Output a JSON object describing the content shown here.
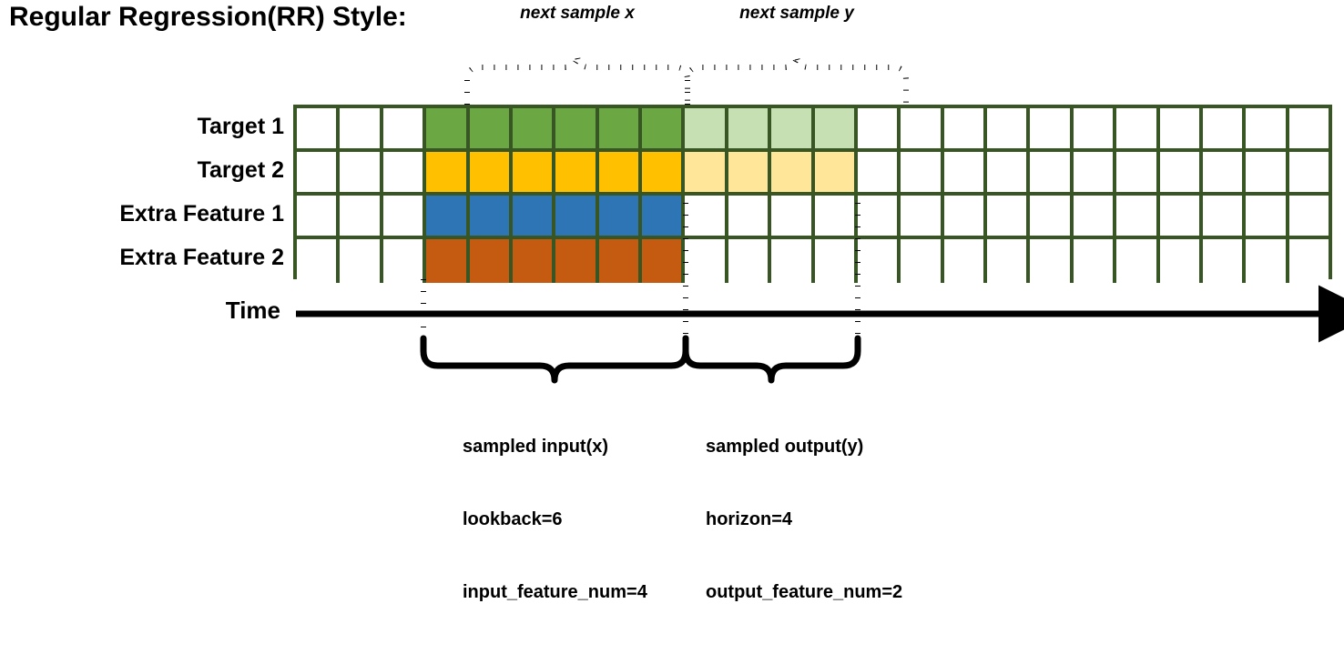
{
  "title": "Regular Regression(RR) Style:",
  "top_annotations": [
    {
      "id": "next-sample-x",
      "label": "next sample x",
      "span_start_col": 4,
      "span_end_col": 9
    },
    {
      "id": "next-sample-y",
      "label": "next sample y",
      "span_start_col": 10,
      "span_end_col": 13
    }
  ],
  "axis": {
    "label": "Time",
    "direction": "right"
  },
  "rows": [
    {
      "name": "Target 1",
      "label": "Target 1",
      "fill": "#6BA844",
      "fill_light": "#C6E0B4",
      "solid_cols": 6,
      "light_cols": 4
    },
    {
      "name": "Target 2",
      "label": "Target 2",
      "fill": "#FFC000",
      "fill_light": "#FFE699",
      "solid_cols": 6,
      "light_cols": 4
    },
    {
      "name": "Extra Feature 1",
      "label": "Extra Feature 1",
      "fill": "#2E75B6",
      "fill_light": null,
      "solid_cols": 6,
      "light_cols": 0
    },
    {
      "name": "Extra Feature 2",
      "label": "Extra Feature 2",
      "fill": "#C55A11",
      "fill_light": null,
      "solid_cols": 6,
      "light_cols": 0
    }
  ],
  "grid": {
    "total_columns": 24,
    "lead_blank_columns": 3,
    "grid_border_color": "#375623"
  },
  "bottom_annotations": [
    {
      "id": "sampled-input",
      "lines": [
        "sampled input(x)",
        "lookback=6",
        "input_feature_num=4"
      ]
    },
    {
      "id": "sampled-output",
      "lines": [
        "sampled output(y)",
        "horizon=4",
        "output_feature_num=2"
      ]
    }
  ],
  "colors": {
    "grid_border": "#375623",
    "target1": "#6BA844",
    "target1_light": "#C6E0B4",
    "target2": "#FFC000",
    "target2_light": "#FFE699",
    "extra1": "#2E75B6",
    "extra2": "#C55A11",
    "ink": "#000000"
  }
}
